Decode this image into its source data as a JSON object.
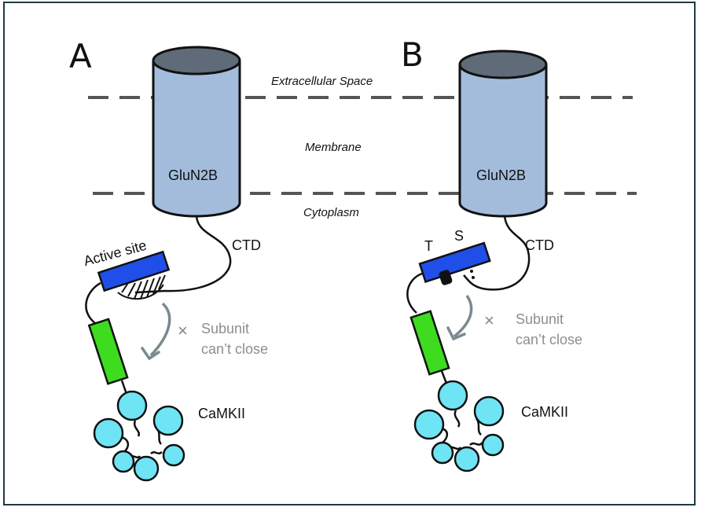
{
  "panels": [
    {
      "letter": "A",
      "receptor_label": "GluN2B",
      "tail_label": "CTD",
      "site_label": "Active site",
      "annotation": [
        "Subunit",
        "can’t close"
      ],
      "holoenzyme_label": "CaMKII"
    },
    {
      "letter": "B",
      "receptor_label": "GluN2B",
      "tail_label": "CTD",
      "site_letters": [
        "T",
        "S"
      ],
      "annotation": [
        "Subunit",
        "can’t close"
      ],
      "holoenzyme_label": "CaMKII"
    }
  ],
  "regions": {
    "extracellular": "Extracellular Space",
    "membrane": "Membrane",
    "cytoplasm": "Cytoplasm"
  },
  "colors": {
    "receptor_fill": "#a3bcdc",
    "receptor_top": "#5f6b78",
    "kinase_domain": "#1f4fe8",
    "regulatory_segment": "#3ddc1f",
    "hub_subunit": "#6fe4f5",
    "arrow": "#7a8a8e",
    "membrane_line": "#555555",
    "frame": "#1f3b40"
  }
}
